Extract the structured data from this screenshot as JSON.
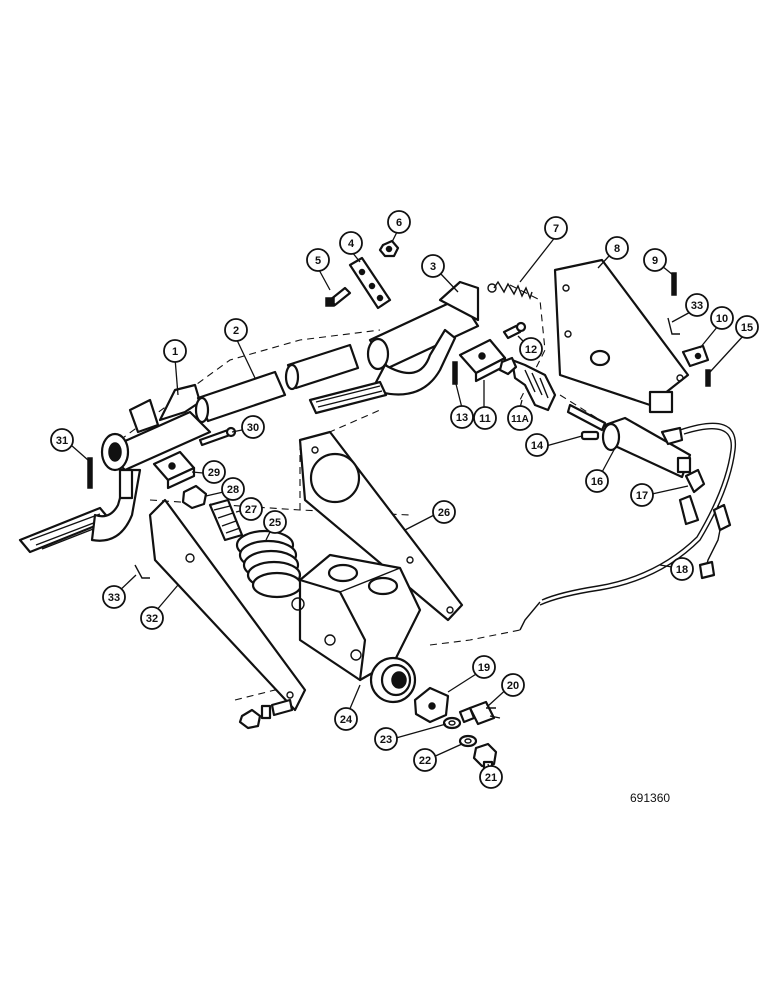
{
  "figure_number": "691360",
  "callouts": [
    {
      "label": "1"
    },
    {
      "label": "2"
    },
    {
      "label": "3"
    },
    {
      "label": "4"
    },
    {
      "label": "5"
    },
    {
      "label": "6"
    },
    {
      "label": "7"
    },
    {
      "label": "8"
    },
    {
      "label": "9"
    },
    {
      "label": "10"
    },
    {
      "label": "11"
    },
    {
      "label": "11A"
    },
    {
      "label": "12"
    },
    {
      "label": "13"
    },
    {
      "label": "14"
    },
    {
      "label": "15"
    },
    {
      "label": "16"
    },
    {
      "label": "17"
    },
    {
      "label": "18"
    },
    {
      "label": "19"
    },
    {
      "label": "20"
    },
    {
      "label": "21"
    },
    {
      "label": "22"
    },
    {
      "label": "23"
    },
    {
      "label": "24"
    },
    {
      "label": "25"
    },
    {
      "label": "26"
    },
    {
      "label": "27"
    },
    {
      "label": "28"
    },
    {
      "label": "29"
    },
    {
      "label": "30"
    },
    {
      "label": "31"
    },
    {
      "label": "32"
    },
    {
      "label": "33"
    },
    {
      "label": "33"
    }
  ]
}
